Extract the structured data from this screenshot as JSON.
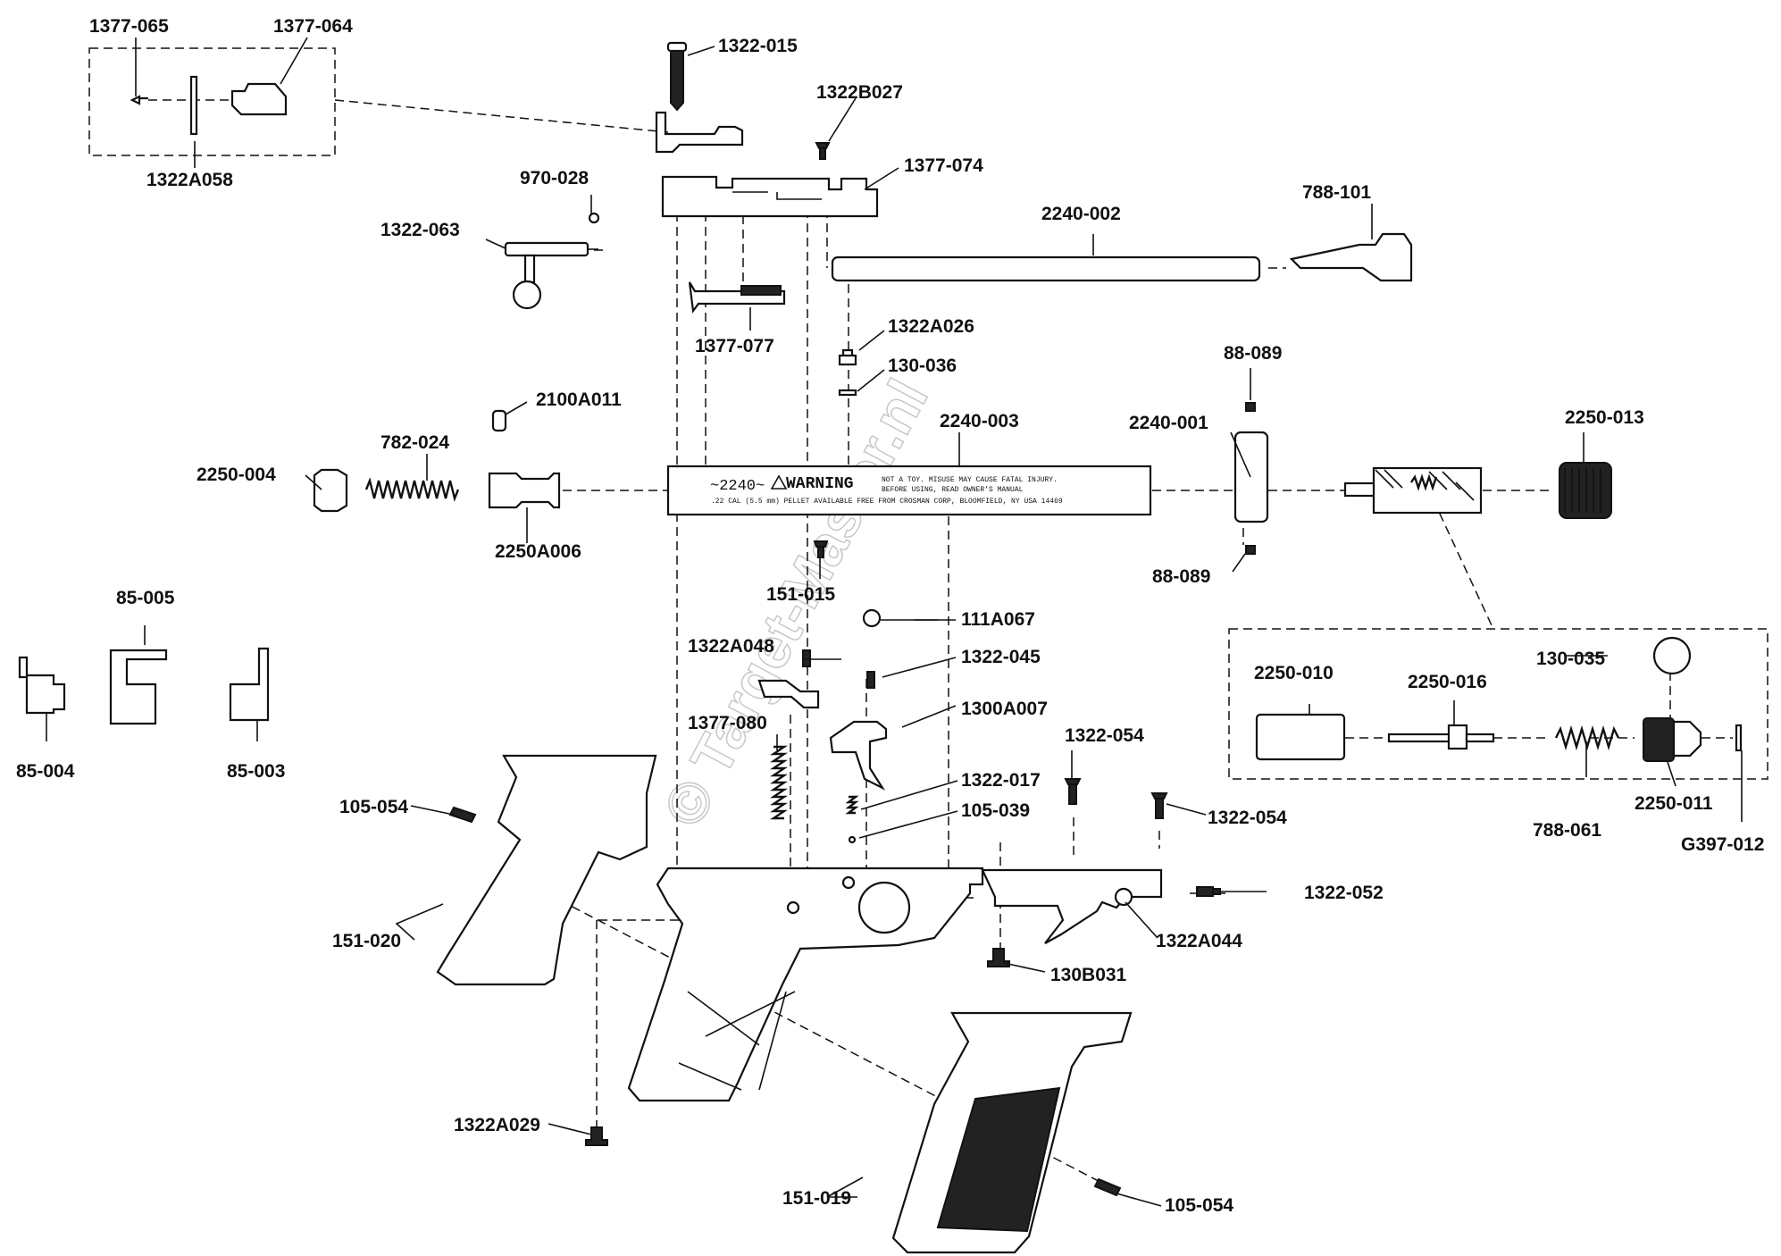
{
  "parts": [
    "1377-065",
    "1377-064",
    "1322A058",
    "1322-015",
    "1322B027",
    "1377-074",
    "970-028",
    "1322-063",
    "1377-077",
    "2240-002",
    "788-101",
    "1322A026",
    "130-036",
    "88-089",
    "88-089",
    "2100A011",
    "782-024",
    "2250-004",
    "2250A006",
    "2240-003",
    "2240-001",
    "2250-013",
    "151-015",
    "111A067",
    "1322A048",
    "1322-045",
    "1300A007",
    "1377-080",
    "85-005",
    "85-004",
    "85-003",
    "2250-010",
    "2250-016",
    "130-035",
    "788-061",
    "2250-011",
    "G397-012",
    "1322-054",
    "1322-054",
    "1322-017",
    "105-039",
    "105-054",
    "151-020",
    "1322-052",
    "1322A044",
    "130B031",
    "1322A029",
    "151-019",
    "105-054"
  ],
  "barrel_marking": {
    "model": "~2240~",
    "warning": "WARNING",
    "line1": "NOT A TOY.  MISUSE MAY CAUSE FATAL INJURY.",
    "line2": "BEFORE USING, READ OWNER'S MANUAL",
    "line3": ".22 CAL (5.5 mm) PELLET    AVAILABLE FREE FROM CROSMAN CORP, BLOOMFIELD, NY USA 14469"
  },
  "watermark": "© Target-Master.nl"
}
